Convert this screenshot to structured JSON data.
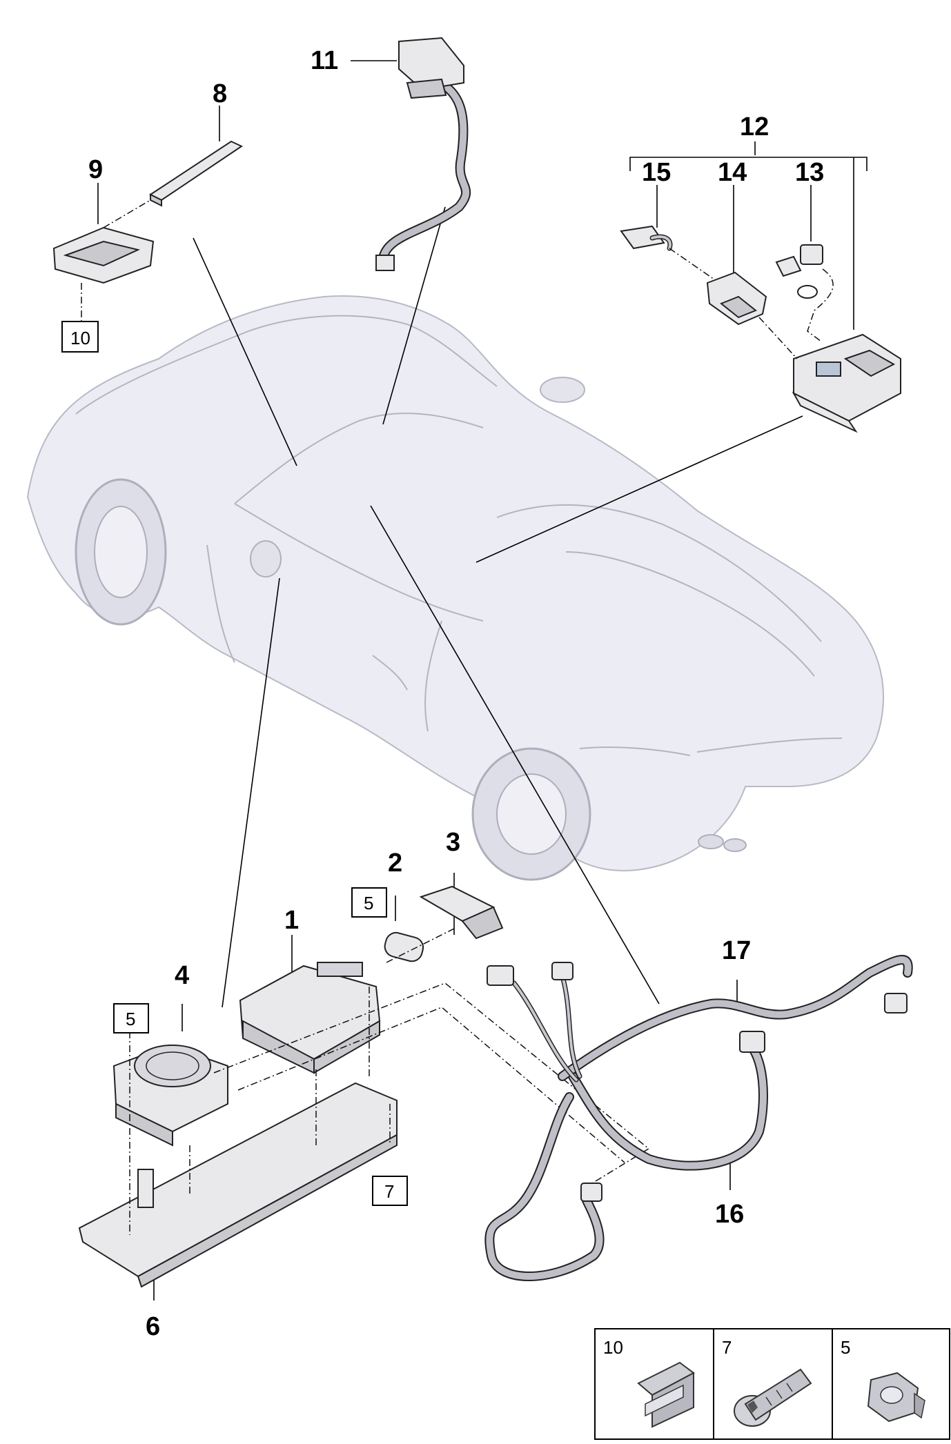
{
  "callouts": {
    "c1": "1",
    "c2": "2",
    "c3": "3",
    "c4": "4",
    "c6": "6",
    "c8": "8",
    "c9": "9",
    "c11": "11",
    "c12": "12",
    "c13": "13",
    "c14": "14",
    "c15": "15",
    "c16": "16",
    "c17": "17"
  },
  "boxed_refs": {
    "b10": "10",
    "b5a": "5",
    "b5b": "5",
    "b7": "7"
  },
  "legend": {
    "cells": [
      {
        "label": "10",
        "icon": "clip-icon"
      },
      {
        "label": "7",
        "icon": "bolt-icon"
      },
      {
        "label": "5",
        "icon": "nut-icon"
      }
    ]
  }
}
